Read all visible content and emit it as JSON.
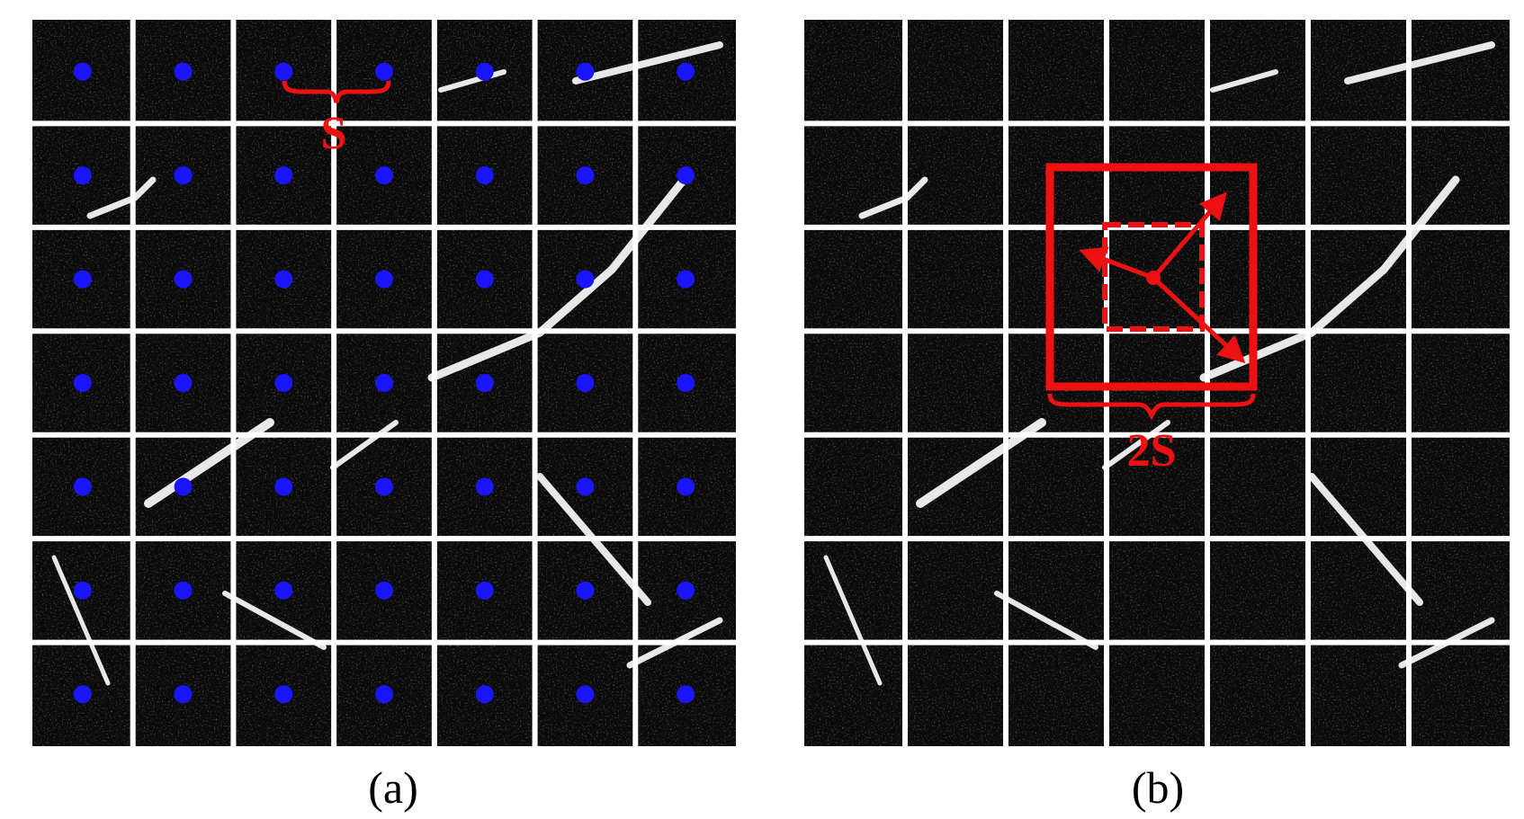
{
  "panels": [
    {
      "id": "a",
      "caption": "(a)",
      "grid_rows": 7,
      "grid_cols": 7,
      "show_seeds": true
    },
    {
      "id": "b",
      "caption": "(b)",
      "grid_rows": 7,
      "grid_cols": 7,
      "show_seeds": false
    }
  ],
  "annotations": {
    "interval_label": "S",
    "search_region_label": "2S"
  },
  "colors": {
    "seed": "#1a14ff",
    "annotation": "#ee1111",
    "grid_line": "#ffffff",
    "image_background": "#0b0b0b"
  }
}
